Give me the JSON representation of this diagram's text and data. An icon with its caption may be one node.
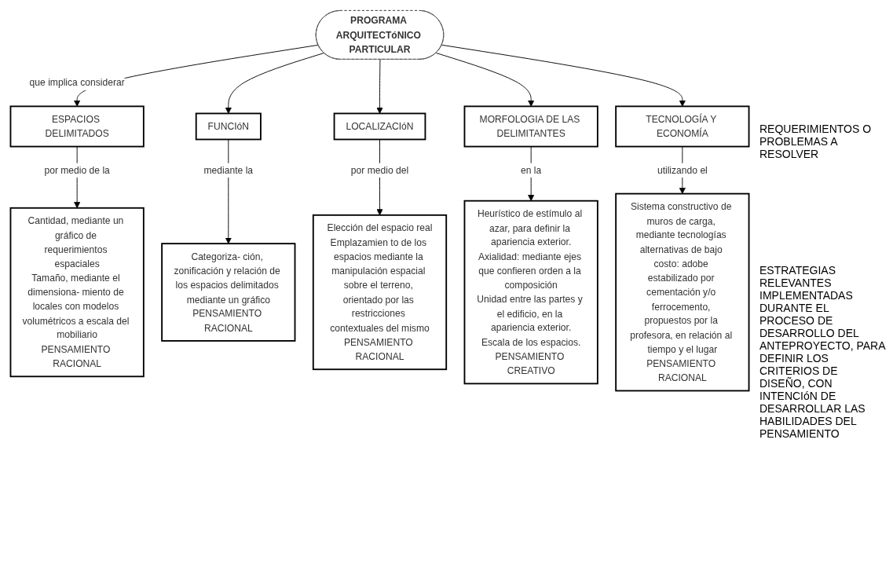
{
  "diagram": {
    "nodes": [
      {
        "text": [
          "PROGRAMA ARQUITECTóNICO PARTICULAR"
        ]
      },
      {
        "text": [
          "ESPACIOS DELIMITADOS"
        ]
      },
      {
        "text": [
          "FUNCIóN"
        ]
      },
      {
        "text": [
          "LOCALIZACIóN"
        ]
      },
      {
        "text": [
          "MORFOLOGIA DE LAS DELIMITANTES"
        ]
      },
      {
        "text": [
          "TECNOLOGÍA Y ECONOMÍA"
        ]
      },
      {
        "text": [
          "Cantidad, mediante un gráfico de requerimientos espaciales",
          "Tamaño, mediante el dimensiona- miento de locales con modelos volumétricos a escala del mobiliario",
          "PENSAMIENTO RACIONAL"
        ]
      },
      {
        "text": [
          "Categoriza- ción, zonificación y relación de los espacios delimitados mediante un gráfico",
          "PENSAMIENTO RACIONAL"
        ]
      },
      {
        "text": [
          "Elección del espacio real",
          "Emplazamien to de los espacios mediante la manipulación espacial sobre el terreno, orientado por las restricciones contextuales del mismo",
          "PENSAMIENTO RACIONAL"
        ]
      },
      {
        "text": [
          "Heurístico de estímulo al azar, para definir la apariencia exterior.",
          "Axialidad: mediante ejes que confieren orden a la composición",
          "Unidad entre las partes y el edificio, en la apariencia exterior.",
          "Escala de los espacios.",
          "PENSAMIENTO CREATIVO"
        ]
      },
      {
        "text": [
          "Sistema constructivo de muros de carga, mediante tecnologías alternativas de bajo costo: adobe estabilizado por cementación y/o ferrocemento, propuestos por la profesora, en relación al tiempo y el lugar",
          "PENSAMIENTO RACIONAL"
        ]
      }
    ],
    "edges": [
      {
        "from": 0,
        "to": 1,
        "arrow": "to",
        "label": "que implica considerar"
      },
      {
        "from": 0,
        "to": 2,
        "arrow": "to"
      },
      {
        "from": 0,
        "to": 3,
        "arrow": "to"
      },
      {
        "from": 0,
        "to": 4,
        "arrow": "to"
      },
      {
        "from": 0,
        "to": 5,
        "arrow": "to"
      },
      {
        "from": 1,
        "to": 6,
        "arrow": "to",
        "label": "por medio de la"
      },
      {
        "from": 2,
        "to": 7,
        "arrow": "to",
        "label": "mediante la"
      },
      {
        "from": 3,
        "to": 8,
        "arrow": "to",
        "label": "por medio del"
      },
      {
        "from": 4,
        "to": 9,
        "arrow": "to",
        "label": "en la"
      },
      {
        "from": 5,
        "to": 10,
        "arrow": "to",
        "label": "utilizando el"
      }
    ],
    "labels": [
      "REQUERIMIENTOS O PROBLEMAS A RESOLVER",
      "ESTRATEGIAS RELEVANTES IMPLEMENTADAS DURANTE EL PROCESO DE DESARROLLO DEL ANTEPROYECTO, PARA DEFINIR LOS CRITERIOS DE DISEÑO, CON INTENCIóN DE DESARROLLAR LAS HABILIDADES DEL PENSAMIENTO"
    ]
  }
}
